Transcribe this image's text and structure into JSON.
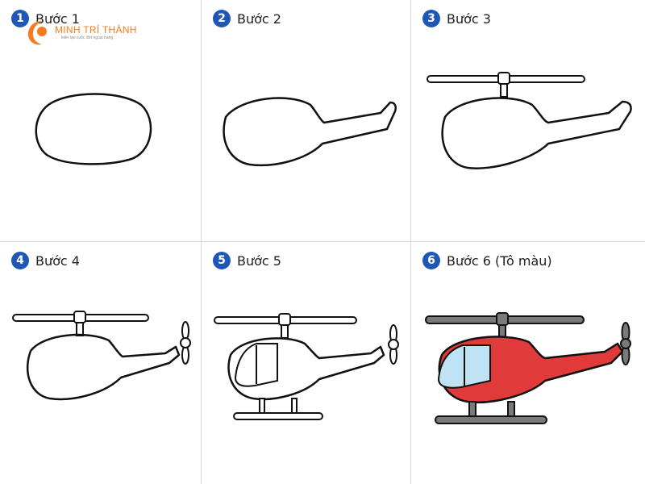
{
  "brand": {
    "name": "MINH TRÍ THÀNH",
    "tagline": "kiến tạo cuộc đời ngoại hạng",
    "color": "#f47b20"
  },
  "badge_color": "#1f57b6",
  "steps": [
    {
      "number": "1",
      "title": "Bước 1"
    },
    {
      "number": "2",
      "title": "Bước 2"
    },
    {
      "number": "3",
      "title": "Bước 3"
    },
    {
      "number": "4",
      "title": "Bước 4"
    },
    {
      "number": "5",
      "title": "Bước 5"
    },
    {
      "number": "6",
      "title": "Bước 6 (Tô màu)"
    }
  ],
  "colors": {
    "body": "#e03a3a",
    "window": "#bfe3f4",
    "metal": "#7a7a7a"
  }
}
